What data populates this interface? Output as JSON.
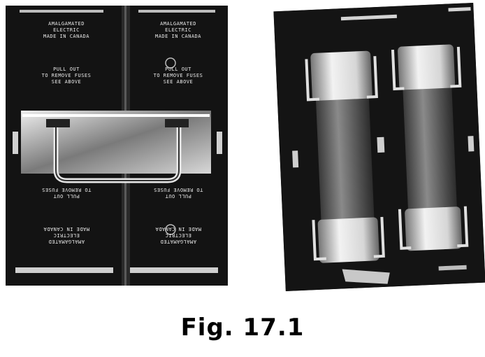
{
  "left_block": {
    "top_labels": [
      [
        "AMALGAMATED",
        "ELECTRIC",
        "MADE IN CANADA",
        "PULL OUT",
        "TO REMOVE FUSES",
        "SEE ABOVE"
      ],
      [
        "AMALGAMATED",
        "ELECTRIC",
        "MADE IN CANADA",
        "PULL OUT",
        "TO REMOVE FUSES",
        "SEE ABOVE"
      ]
    ],
    "bottom_labels": [
      [
        "AMALGAMATED",
        "ELECTRIC",
        "MADE IN CANADA",
        "PULL OUT",
        "TO REMOVE FUSES"
      ],
      [
        "AMALGAMATED",
        "ELECTRIC",
        "MADE IN CANADA",
        "PULL OUT",
        "TO REMOVE FUSES"
      ]
    ]
  },
  "caption": "Fig. 17.1",
  "colors": {
    "background": "#ffffff",
    "photo": "#121212",
    "metal": "#d8d8d8"
  }
}
